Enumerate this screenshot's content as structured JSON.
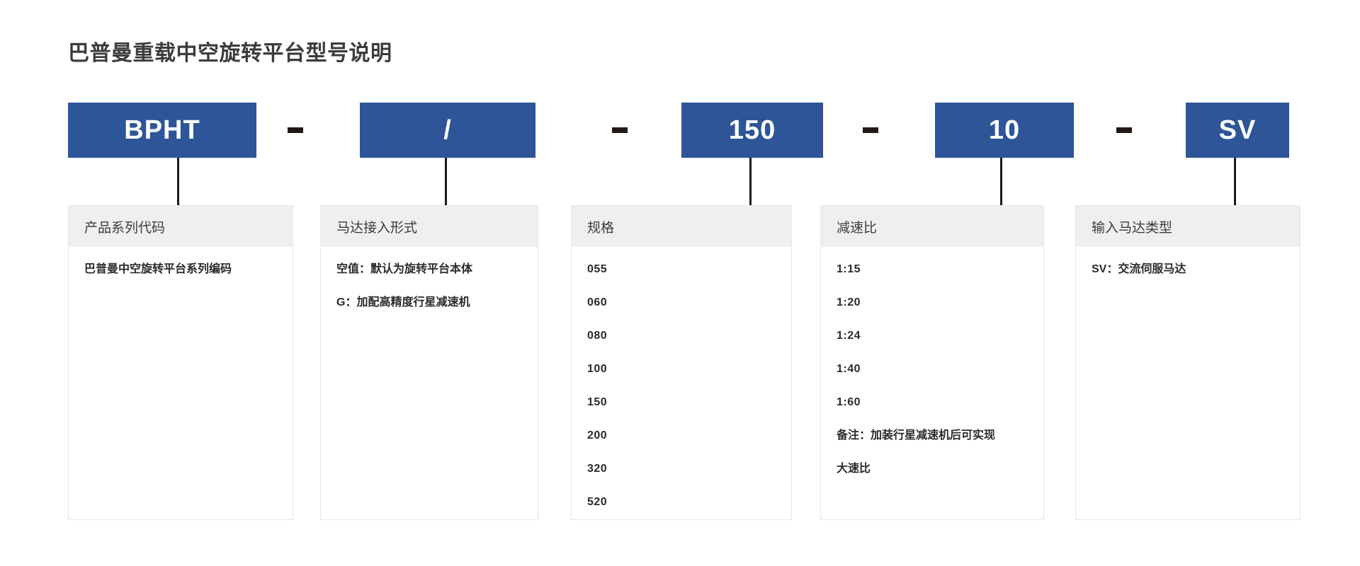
{
  "title": "巴普曼重载中空旋转平台型号说明",
  "theme": {
    "accent_blue": "#2d5597",
    "header_gray": "#efefef",
    "border_gray": "#e8e8e8",
    "text_dark": "#2b2b2b",
    "stem_black": "#231815"
  },
  "code_chips": [
    {
      "label": "BPHT"
    },
    {
      "label": "/"
    },
    {
      "label": "150"
    },
    {
      "label": "10"
    },
    {
      "label": "SV"
    }
  ],
  "separators": [
    "-",
    "-",
    "-",
    "-"
  ],
  "columns": [
    {
      "header": "产品系列代码",
      "items": [
        "巴普曼中空旋转平台系列编码"
      ]
    },
    {
      "header": "马达接入形式",
      "items": [
        "空值：默认为旋转平台本体",
        "G：加配高精度行星减速机"
      ]
    },
    {
      "header": "规格",
      "items": [
        "055",
        "060",
        "080",
        "100",
        "150",
        "200",
        "320",
        "520"
      ]
    },
    {
      "header": "减速比",
      "items": [
        "1:15",
        "1:20",
        "1:24",
        "1:40",
        "1:60",
        "备注：加装行星减速机后可实现",
        "大速比"
      ]
    },
    {
      "header": "输入马达类型",
      "items": [
        "SV：交流伺服马达"
      ]
    }
  ]
}
